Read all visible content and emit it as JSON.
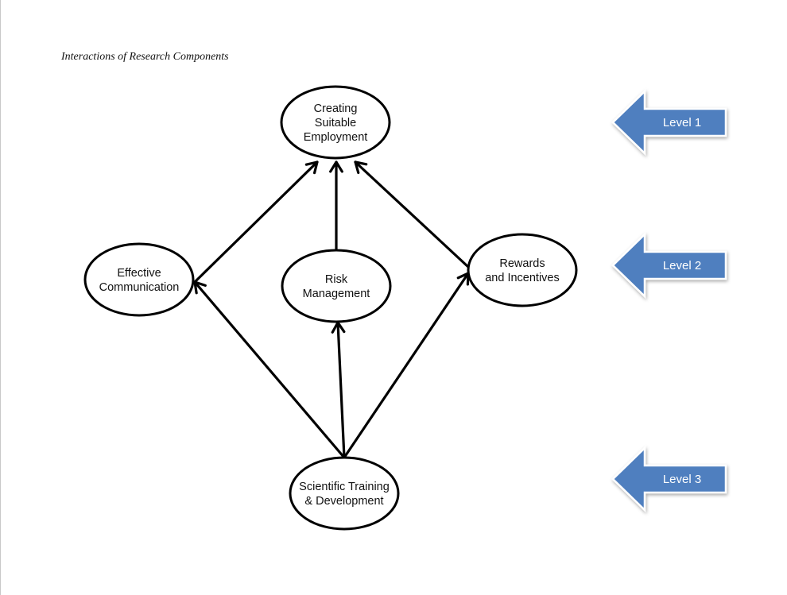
{
  "figure": {
    "title": "Interactions of Research Components"
  },
  "nodes": [
    {
      "id": "employment",
      "lines": [
        "Creating",
        "Suitable",
        "Employment"
      ]
    },
    {
      "id": "communication",
      "lines": [
        "Effective",
        "Communication"
      ]
    },
    {
      "id": "risk",
      "lines": [
        "Risk",
        "Management"
      ]
    },
    {
      "id": "rewards",
      "lines": [
        "Rewards",
        "and Incentives"
      ]
    },
    {
      "id": "training",
      "lines": [
        "Scientific Training",
        "& Development"
      ]
    }
  ],
  "edges": [
    {
      "from": "communication",
      "to": "employment"
    },
    {
      "from": "risk",
      "to": "employment"
    },
    {
      "from": "rewards",
      "to": "employment"
    },
    {
      "from": "training",
      "to": "communication"
    },
    {
      "from": "training",
      "to": "risk"
    },
    {
      "from": "training",
      "to": "rewards"
    }
  ],
  "levels": [
    {
      "id": "level-1",
      "label": "Level 1"
    },
    {
      "id": "level-2",
      "label": "Level 2"
    },
    {
      "id": "level-3",
      "label": "Level 3"
    }
  ],
  "colors": {
    "level_arrow_fill": "#4f7fbf",
    "node_stroke": "#000000"
  }
}
